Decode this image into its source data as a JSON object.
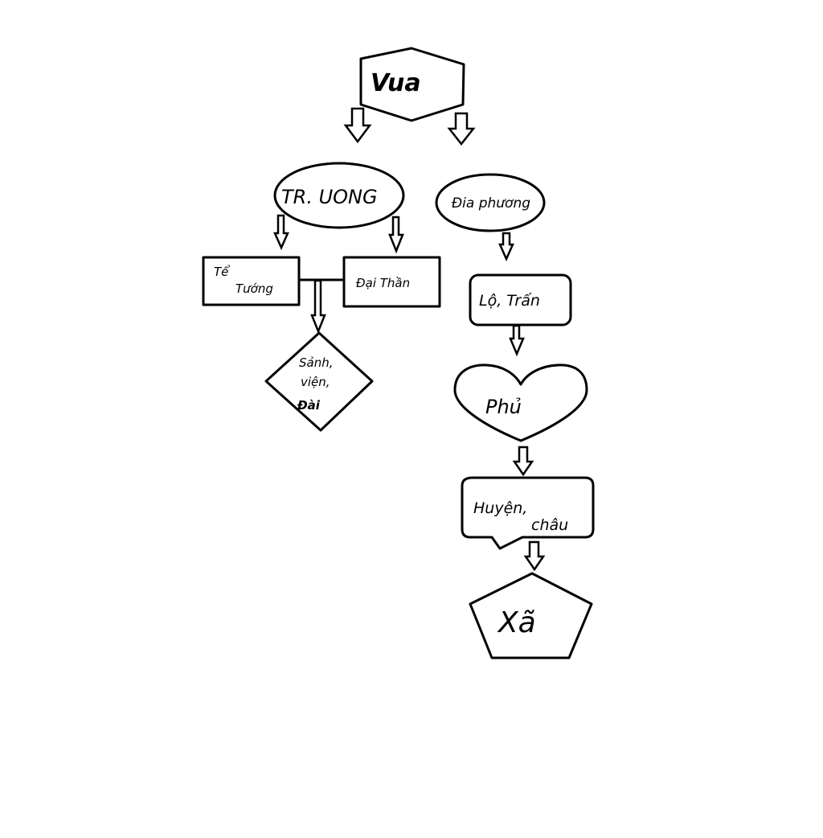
{
  "diagram": {
    "nodes": {
      "vua": "Vua",
      "trung_uong": "TR. UONG",
      "dia_phuong": "Đia phương",
      "te_line1": "Tể",
      "te_line2": "Tướng",
      "dai_than": "Đại Thần",
      "sanh_line1": "Sảnh,",
      "sanh_line2": "viện,",
      "sanh_line3": "Đài",
      "lo_tran": "Lộ, Trấn",
      "phu": "Phủ",
      "huyen_line1": "Huyện,",
      "huyen_line2": "châu",
      "xa": "Xã"
    },
    "colors": {
      "stroke": "#000000",
      "background": "#ffffff"
    }
  }
}
